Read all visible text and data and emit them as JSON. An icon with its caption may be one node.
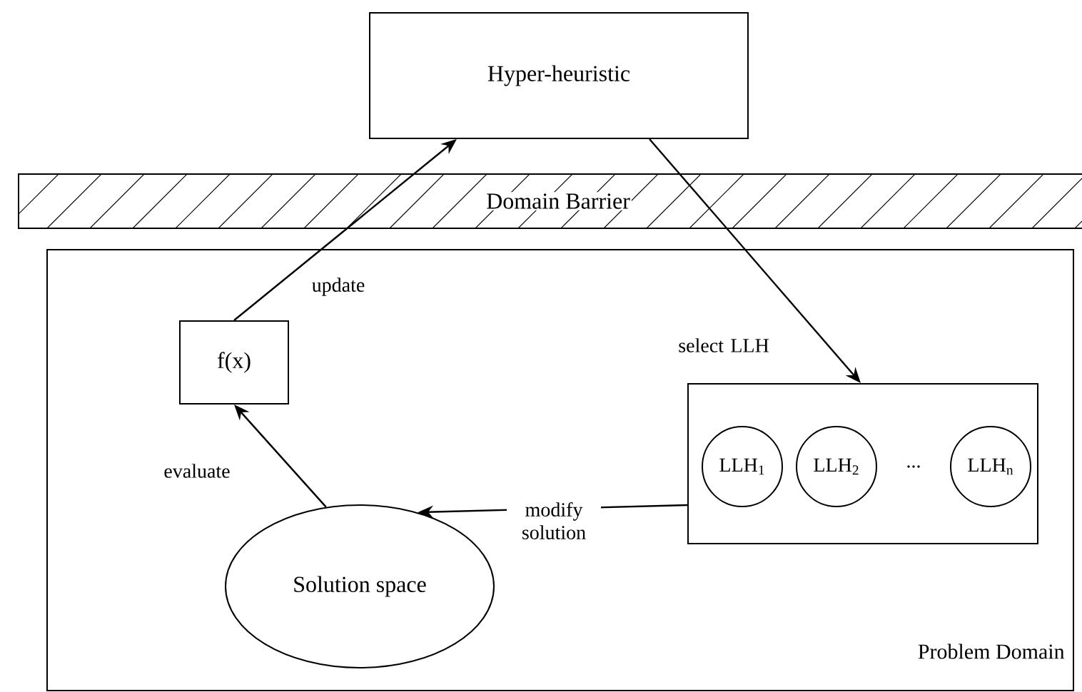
{
  "diagram": {
    "nodes": [
      {
        "text": [
          "Hyper-heuristic"
        ]
      },
      {
        "text": [
          "Problem Domain"
        ]
      },
      {
        "text": [
          "f(x)"
        ],
        "in": 1
      },
      {
        "text": [
          "Solution space"
        ],
        "in": 1
      },
      {
        "text": [],
        "shape": "box",
        "in": 1
      },
      {
        "text": [
          "LLH$_{1}$"
        ],
        "in": 4
      },
      {
        "text": [
          "LLH$_{2}$"
        ],
        "in": 4
      },
      {
        "text": [
          "LLH$_{n}$"
        ],
        "in": 4
      }
    ],
    "edges": [
      {
        "from": 2,
        "to": 0,
        "arrow": "to",
        "label": "update"
      },
      {
        "from": 0,
        "to": 4,
        "arrow": "to",
        "label": "select LLH"
      },
      {
        "from": 4,
        "to": 3,
        "arrow": "to",
        "label": "modify solution"
      },
      {
        "from": 3,
        "to": 2,
        "arrow": "to",
        "label": "evaluate"
      }
    ],
    "labels": [
      "Domain Barrier",
      "..."
    ]
  }
}
